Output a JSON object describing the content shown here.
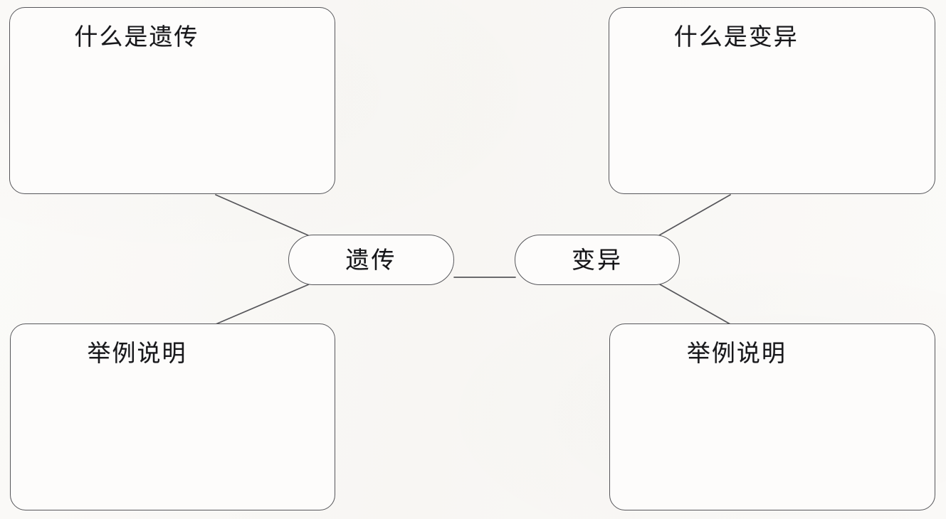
{
  "diagram": {
    "type": "mind-map",
    "title_present": false,
    "background_color": "#fbfaf8",
    "stroke_color": "#56565a",
    "text_color": "#17171a",
    "center_nodes": [
      {
        "id": "heredity",
        "label": "遗传"
      },
      {
        "id": "variation",
        "label": "变异"
      }
    ],
    "boxes": [
      {
        "id": "top-left",
        "label": "什么是遗传",
        "parent": "heredity"
      },
      {
        "id": "top-right",
        "label": "什么是变异",
        "parent": "variation"
      },
      {
        "id": "bottom-left",
        "label": "举例说明",
        "parent": "heredity"
      },
      {
        "id": "bottom-right",
        "label": "举例说明",
        "parent": "variation"
      }
    ],
    "connections": [
      {
        "from": "top-left",
        "to": "heredity"
      },
      {
        "from": "bottom-left",
        "to": "heredity"
      },
      {
        "from": "heredity",
        "to": "variation"
      },
      {
        "from": "top-right",
        "to": "variation"
      },
      {
        "from": "bottom-right",
        "to": "variation"
      }
    ]
  }
}
